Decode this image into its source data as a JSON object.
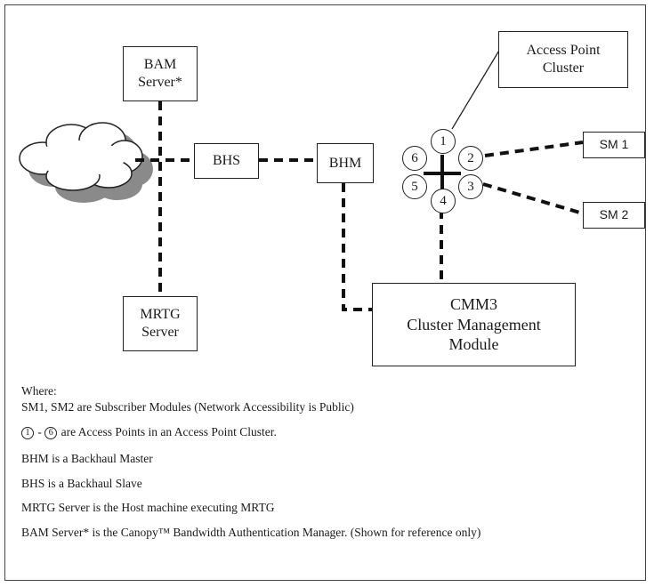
{
  "diagram": {
    "boxes": {
      "bam_server": "BAM\nServer*",
      "mrtg_server": "MRTG\nServer",
      "bhs": "BHS",
      "bhm": "BHM",
      "cmm3": "CMM3\nCluster Management\nModule",
      "access_point_cluster": "Access Point\nCluster",
      "sm1": "SM 1",
      "sm2": "SM 2"
    },
    "access_points": [
      "1",
      "2",
      "3",
      "4",
      "5",
      "6"
    ],
    "connections": [
      [
        "cloud",
        "bhs"
      ],
      [
        "bhs",
        "bhm"
      ],
      [
        "bam_server",
        "mrtg_server"
      ],
      [
        "bhm",
        "cmm3"
      ],
      [
        "ap4",
        "cmm3"
      ],
      [
        "ap2",
        "sm1"
      ],
      [
        "ap3",
        "sm2"
      ],
      [
        "access_point_cluster",
        "ap1"
      ]
    ]
  },
  "legend": {
    "where": "Where:",
    "line_sm": "SM1, SM2 are Subscriber Modules (Network Accessibility is Public)",
    "ap_first": "1",
    "ap_dash": "-",
    "ap_last": "6",
    "line_ap": "are Access Points in an Access Point Cluster.",
    "line_bhm": "BHM is a Backhaul Master",
    "line_bhs": "BHS is a Backhaul Slave",
    "line_mrtg": "MRTG Server is the Host machine executing MRTG",
    "line_bam": "BAM Server* is the Canopy™ Bandwidth Authentication Manager. (Shown for reference only)"
  }
}
